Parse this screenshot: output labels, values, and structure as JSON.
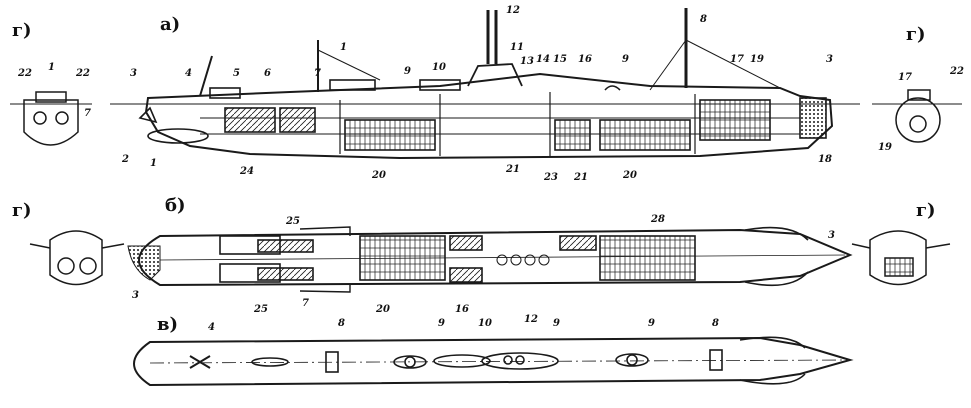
{
  "panel_labels": {
    "a": "а)",
    "b": "б)",
    "v": "в)",
    "g": "г)"
  },
  "callouts": {
    "top": [
      "1",
      "2",
      "3",
      "4",
      "5",
      "6",
      "7",
      "9",
      "10",
      "11",
      "12",
      "13",
      "14",
      "15",
      "16",
      "9",
      "17",
      "19",
      "3",
      "18",
      "20",
      "21",
      "23",
      "21",
      "20",
      "24",
      "1",
      "8"
    ],
    "plan": [
      "25",
      "28",
      "3",
      "3",
      "25",
      "7",
      "20",
      "16"
    ],
    "bottom": [
      "4",
      "8",
      "9",
      "10",
      "12",
      "9",
      "9",
      "8"
    ],
    "sec_top_left": [
      "22",
      "1",
      "22",
      "7"
    ],
    "sec_top_right": [
      "17",
      "22",
      "19"
    ]
  },
  "colors": {
    "ink": "#1a1a1a",
    "paper": "#ffffff"
  }
}
